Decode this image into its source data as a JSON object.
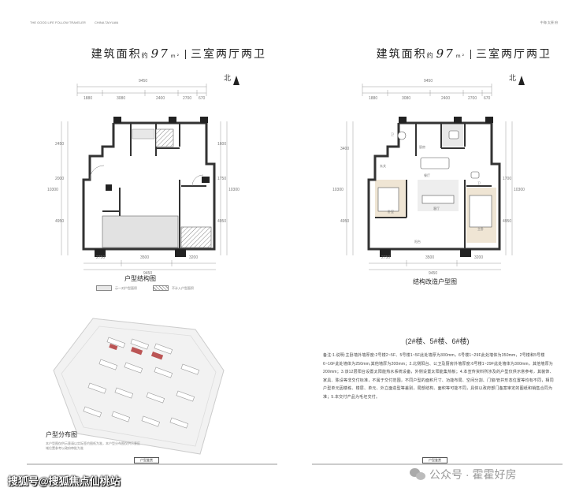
{
  "left_page": {
    "header_left": "THE GOOD LIFE FOLLOW TRAVELER",
    "header_left2": "CHINA TAIYUAN",
    "title": {
      "prefix": "建筑面积",
      "about": "约",
      "area": "97",
      "unit": "m²",
      "layout": "三室两厅两卫"
    },
    "north": "北",
    "dims_top": [
      "9450",
      "1880",
      "3080",
      "2400",
      "2700",
      "670"
    ],
    "dims_bottom": [
      "2750",
      "3500",
      "3200",
      "9450"
    ],
    "dims_left": [
      "2450",
      "2000",
      "10300",
      "4950"
    ],
    "dims_right": [
      "1600",
      "1750",
      "10300",
      "4950"
    ],
    "caption": "户型结构图",
    "legend": [
      "示一对户型面积",
      "不计入户型面积"
    ],
    "site_caption": "户型分布图",
    "site_note": "本户型图仅供示意请以实际签约图纸为准，本户型分布图仅供示意区域位置参考以政府审批为准",
    "tab": "户型鉴赏"
  },
  "right_page": {
    "header_right": "中海 太原 府",
    "title": {
      "prefix": "建筑面积",
      "about": "约",
      "area": "97",
      "unit": "m²",
      "layout": "三室两厅两卫"
    },
    "north": "北",
    "dims_top": [
      "9450",
      "1880",
      "3080",
      "2400",
      "2700",
      "670"
    ],
    "dims_bottom": [
      "2750",
      "3500",
      "3200",
      "9450"
    ],
    "dims_left": [
      "3400",
      "10300",
      "4950"
    ],
    "dims_right": [
      "1700",
      "10300",
      "4950"
    ],
    "rooms": [
      "卫",
      "餐厅",
      "厨房",
      "客厅",
      "卧室",
      "主卧",
      "卫",
      "玄关",
      "阳台"
    ],
    "caption": "结构改造户型图",
    "buildings": "(2#楼、5#楼、6#楼)",
    "notes": "备注:1.说明:主卧墙外墙厚度:2号楼2~5F、5号楼1~5F此处墙厚为300mm，6号楼1~29F此处墙体为350mm，2号楼和5号楼6~16F此处墙体为250mm,其他墙厚为200mm；2.北侧阳台、公卫及厨房外墙厚度:6号楼1~29F此处墙体为300mm，其他墙厚为200mm；3.该12层阳台设置太阳能热水系统设备，外侧设置太阳能集热板；4.本宣传资料所涉及的户型仅供示意参考，其装饰、家具、陈设等非交付标准，不属于交付范围，不同户型的面积尺寸、功能布局、空间分割、门窗/管井形态位置等均有不同，相同户型单元因楼栋、楼层、单元、外立面造型等差别，局部结构、面积等可能不同，具体以政府部门备案审定的图纸和销售合同为准；5.本交付产品为毛坯交付。",
    "tab": "户型鉴赏"
  },
  "watermark_left": "搜狐号@搜狐焦点仙桃站",
  "watermark_right": "公众号 · 霍霍好房"
}
